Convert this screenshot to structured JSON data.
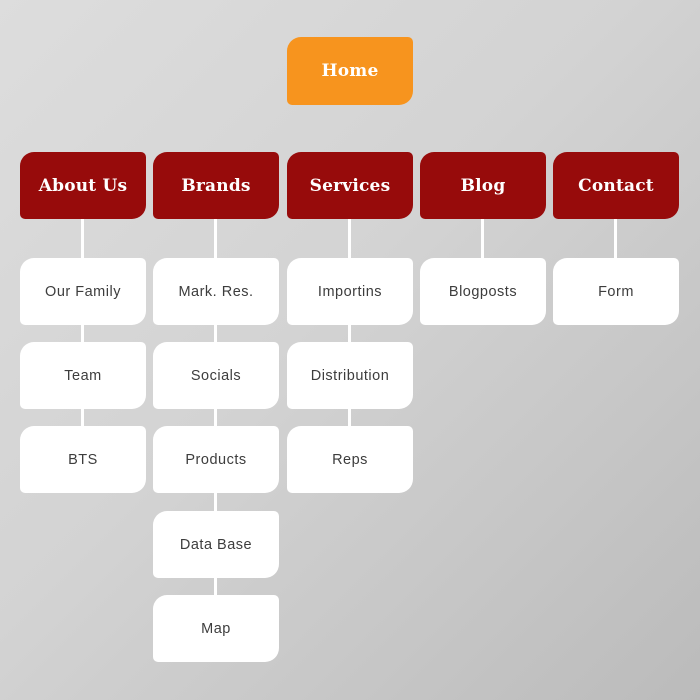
{
  "root": {
    "label": "Home"
  },
  "categories": [
    {
      "label": "About Us",
      "children": [
        "Our Family",
        "Team",
        "BTS"
      ]
    },
    {
      "label": "Brands",
      "children": [
        "Mark. Res.",
        "Socials",
        "Products",
        "Data Base",
        "Map"
      ]
    },
    {
      "label": "Services",
      "children": [
        "Importins",
        "Distribution",
        "Reps"
      ]
    },
    {
      "label": "Blog",
      "children": [
        "Blogposts"
      ]
    },
    {
      "label": "Contact",
      "children": [
        "Form"
      ]
    }
  ],
  "colors": {
    "background_top_left": "#DDDDDD",
    "background_bottom_right": "#BBBBBB",
    "root_node": "#F7941E",
    "category_node": "#970B0B",
    "child_node_bg": "#FFFFFF",
    "child_node_text": "#3D3D3D",
    "colored_node_text": "#FFFFFF",
    "connector": "#FFFFFF"
  }
}
